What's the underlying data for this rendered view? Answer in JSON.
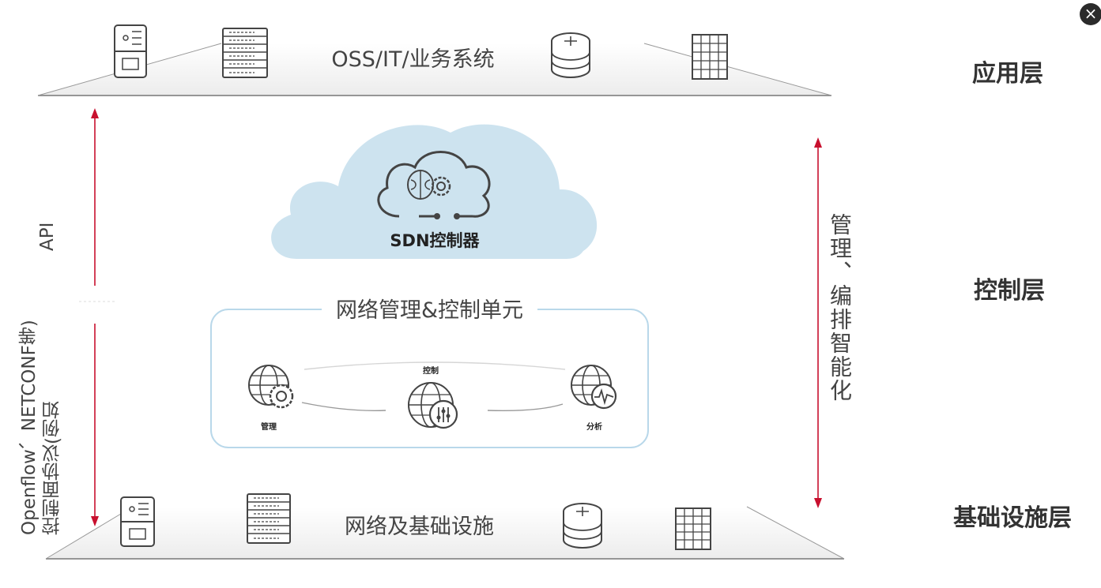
{
  "close": {
    "icon": "close-icon",
    "glyph": "×"
  },
  "layers": {
    "application": "应用层",
    "control": "控制层",
    "infrastructure": "基础设施层"
  },
  "top_plane": {
    "label": "OSS/IT/业务系统",
    "icons": [
      "storage-icon",
      "server-rack-icon",
      "router-icon",
      "firewall-icon"
    ]
  },
  "bottom_plane": {
    "label": "网络及基础设施",
    "icons": [
      "storage-icon",
      "server-rack-icon",
      "router-icon",
      "firewall-icon"
    ]
  },
  "controller": {
    "label": "SDN控制器",
    "icon": "brain-gear-icon"
  },
  "unit": {
    "title": "网络管理&控制单元",
    "nodes": [
      {
        "label": "管理",
        "icon": "globe-gear-icon"
      },
      {
        "label": "控制",
        "icon": "globe-sliders-icon"
      },
      {
        "label": "分析",
        "icon": "globe-pulse-icon"
      }
    ]
  },
  "left_axis": {
    "api": "API",
    "protocol_line1": "控制面协议(例如",
    "protocol_line2": "Openflow、NETCONF等)"
  },
  "right_axis": {
    "text": "管理、编排智能化"
  },
  "colors": {
    "arrow": "#c8102e",
    "cloud": "#cde3ef",
    "unit_border": "#b9d8ea",
    "plane_line": "#777777"
  }
}
